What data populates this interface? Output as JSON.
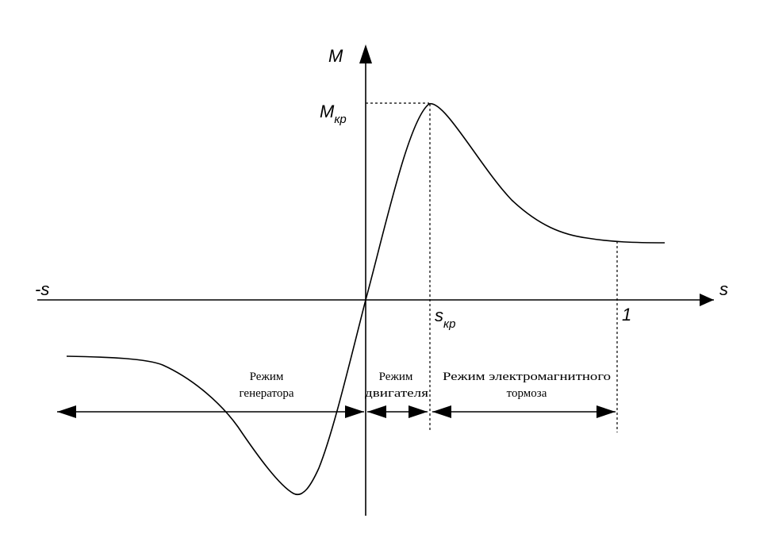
{
  "axes": {
    "y_label": "M",
    "x_label": "s",
    "x_neg_label": "-s"
  },
  "markers": {
    "m_critical": {
      "base": "M",
      "sub": "кр"
    },
    "s_critical": {
      "base": "s",
      "sub": "кр"
    },
    "s_one": "1"
  },
  "regions": {
    "generator": {
      "line1": "Режим",
      "line2": "генератора"
    },
    "motor": {
      "line1": "Режим",
      "line2": "двигателя"
    },
    "brake": {
      "line1": "Режим электромагнитного",
      "line2": "тормоза"
    }
  },
  "colors": {
    "ink": "#000000",
    "background": "#ffffff"
  }
}
